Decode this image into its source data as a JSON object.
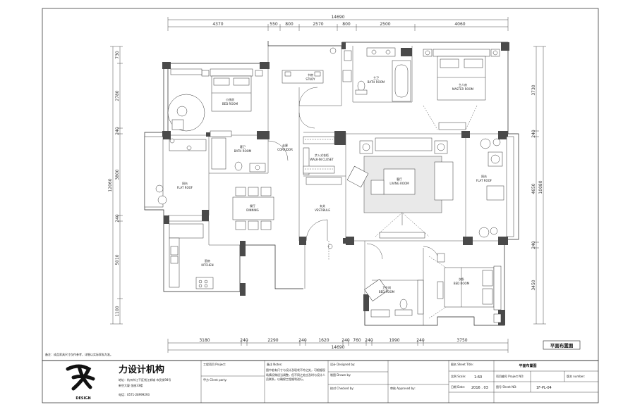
{
  "rooms": {
    "bedroom_small": {
      "zh": "小孩房",
      "en": "BED ROOM"
    },
    "study": {
      "zh": "书房",
      "en": "STUDY"
    },
    "bath_master": {
      "zh": "主卫",
      "en": "BATH ROOM"
    },
    "master_bedroom": {
      "zh": "主人房",
      "en": "MASTER ROOM"
    },
    "bath_guest": {
      "zh": "客卫",
      "en": "BATH ROOM"
    },
    "corridor": {
      "zh": "走廊",
      "en": "CORRIDOR"
    },
    "closet": {
      "zh": "步入式衣柜",
      "en": "WALK-IN CLOSET"
    },
    "living": {
      "zh": "客厅",
      "en": "LIVING ROOM"
    },
    "balcony": {
      "zh": "阳台",
      "en": "FLAT ROOF"
    },
    "flat_roof_left": {
      "zh": "阳台",
      "en": "FLAT ROOF"
    },
    "dining": {
      "zh": "餐厅",
      "en": "DINNING"
    },
    "vestibule": {
      "zh": "玄关",
      "en": "VESTIBULE"
    },
    "kitchen": {
      "zh": "厨房",
      "en": "KITCHEN"
    },
    "bath_small": {
      "zh": "卫生间",
      "en": "BED ROOM"
    },
    "bedroom_se": {
      "zh": "次卧",
      "en": "BED ROOM"
    }
  },
  "dims": {
    "top_total": "14690",
    "top_segments": [
      "4370",
      "550",
      "800",
      "2570",
      "800",
      "2500",
      "4060"
    ],
    "bottom_total": "14690",
    "bottom_segments": [
      "3180",
      "240",
      "2290",
      "240",
      "1620",
      "240",
      "760",
      "240",
      "1990",
      "240",
      "3750"
    ],
    "left_total": "12060",
    "left_segments": [
      "730",
      "2780",
      "240",
      "3800",
      "240",
      "5010",
      "1100"
    ],
    "right_total": "10080",
    "right_segments": [
      "3730",
      "240",
      "4650",
      "240",
      "3450"
    ]
  },
  "note": "备注：成品家具尺寸仅作参考，详细以实际家私为准。",
  "drawing_label": "平面布置图",
  "titleblock": {
    "brand": "力设计机构",
    "logo_sub": "DESIGN",
    "address": "地址：杭州市江干区钱江新城 市民街98号",
    "address2": "新空大厦 金座33楼",
    "phone": "电话：0571-28999293",
    "project_label": "工程项目 Project:",
    "client_label": "甲方 Client party:",
    "notes_label": "备注 Notes:",
    "notes_text": "图中若有尺寸与设计及现状不符之处，可根据现场情况做适当调整，但不同之处应及时与设计人员联系，以确保工程顺利进行。",
    "designer_label": "设计 Designed by:",
    "drawn_label": "制图 Drawn by:",
    "checked_label": "校对 Checked by:",
    "approved_label": "审核 Approved by:",
    "sheet_name_label": "图名 Sheet Title:",
    "sheet_name": "平面布置图",
    "scale_label": "比例 Scale:",
    "scale": "1:60",
    "project_no_label": "项目编号 Project NO:",
    "version_label": "版本 number:",
    "date_label": "日期 Date:",
    "date": "2016 . 03",
    "sheet_no_label": "图号 Sheet NO:",
    "sheet_no": "1F-PL-04"
  }
}
